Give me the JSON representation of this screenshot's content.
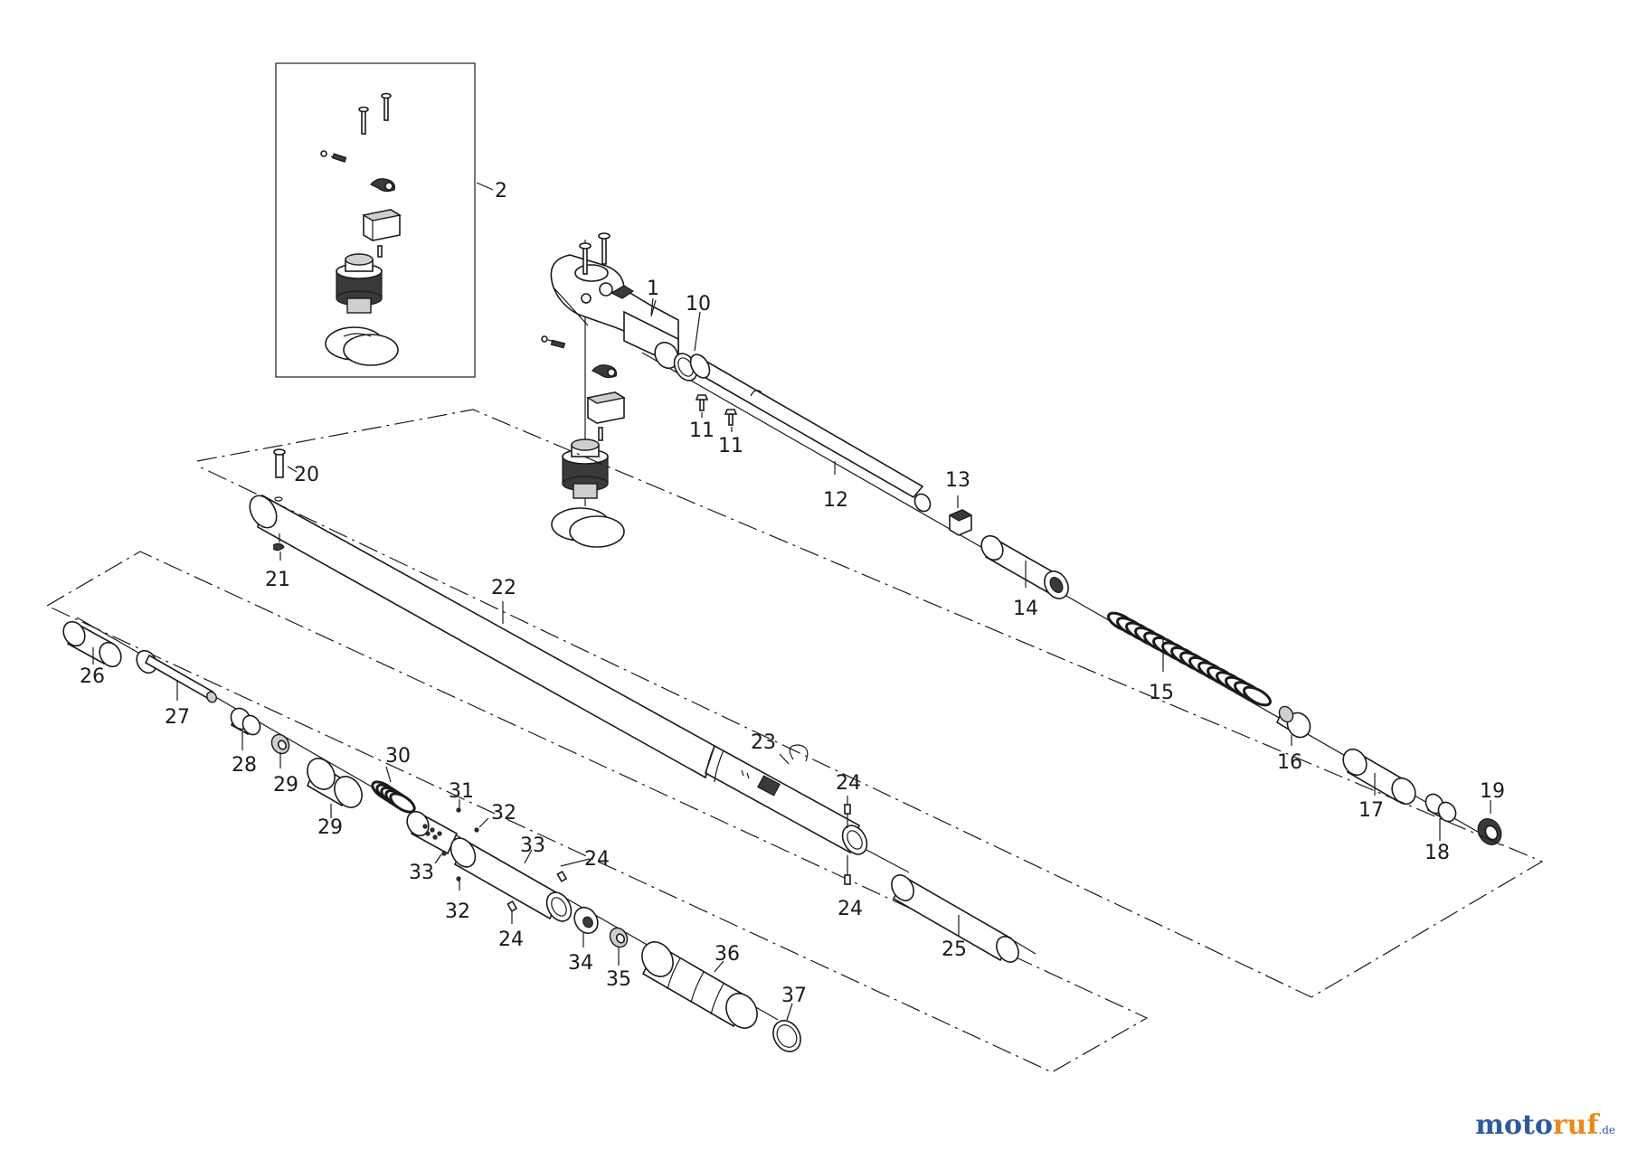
{
  "watermark": {
    "part1": "moto",
    "part2": "ruf",
    "part3": ".de"
  },
  "callouts": [
    {
      "id": "c2",
      "text": "2"
    },
    {
      "id": "c1",
      "text": "1"
    },
    {
      "id": "c10",
      "text": "10"
    },
    {
      "id": "c11a",
      "text": "11"
    },
    {
      "id": "c11b",
      "text": "11"
    },
    {
      "id": "c12",
      "text": "12"
    },
    {
      "id": "c13",
      "text": "13"
    },
    {
      "id": "c14",
      "text": "14"
    },
    {
      "id": "c15",
      "text": "15"
    },
    {
      "id": "c16",
      "text": "16"
    },
    {
      "id": "c17",
      "text": "17"
    },
    {
      "id": "c18",
      "text": "18"
    },
    {
      "id": "c19",
      "text": "19"
    },
    {
      "id": "c20",
      "text": "20"
    },
    {
      "id": "c21",
      "text": "21"
    },
    {
      "id": "c22",
      "text": "22"
    },
    {
      "id": "c23",
      "text": "23"
    },
    {
      "id": "c24a",
      "text": "24"
    },
    {
      "id": "c24b",
      "text": "24"
    },
    {
      "id": "c24c",
      "text": "24"
    },
    {
      "id": "c24d",
      "text": "24"
    },
    {
      "id": "c25",
      "text": "25"
    },
    {
      "id": "c26",
      "text": "26"
    },
    {
      "id": "c27",
      "text": "27"
    },
    {
      "id": "c28",
      "text": "28"
    },
    {
      "id": "c29a",
      "text": "29"
    },
    {
      "id": "c29b",
      "text": "29"
    },
    {
      "id": "c30",
      "text": "30"
    },
    {
      "id": "c31",
      "text": "31"
    },
    {
      "id": "c32a",
      "text": "32"
    },
    {
      "id": "c32b",
      "text": "32"
    },
    {
      "id": "c33a",
      "text": "33"
    },
    {
      "id": "c33b",
      "text": "33"
    },
    {
      "id": "c34",
      "text": "34"
    },
    {
      "id": "c35",
      "text": "35"
    },
    {
      "id": "c36",
      "text": "36"
    },
    {
      "id": "c37",
      "text": "37"
    }
  ]
}
